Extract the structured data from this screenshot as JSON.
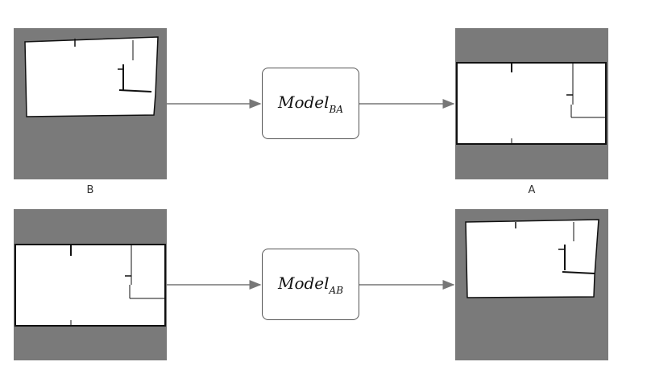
{
  "diagram": {
    "top_row": {
      "source_label": "B",
      "target_label": "A",
      "model": {
        "name": "Model",
        "subscript": "BA"
      }
    },
    "bottom_row": {
      "source_label": "",
      "target_label": "",
      "model": {
        "name": "Model",
        "subscript": "AB"
      }
    },
    "colors": {
      "panel_background": "#7a7a7a",
      "room": "#ffffff",
      "wall": "#111111",
      "arrow": "#777777"
    }
  }
}
